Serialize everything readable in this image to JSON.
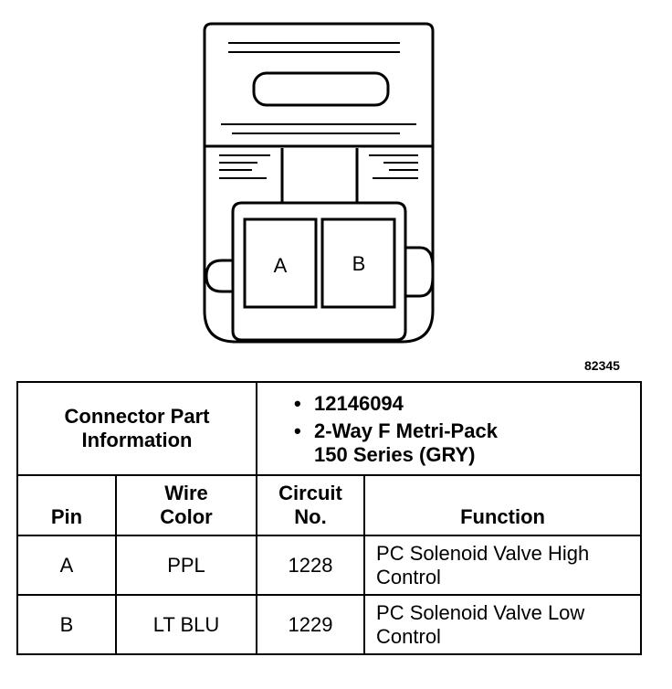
{
  "figure_number": "82345",
  "connector": {
    "pin_a_label": "A",
    "pin_b_label": "B"
  },
  "table": {
    "part_info_title": [
      "Connector Part",
      "Information"
    ],
    "part_number": "12146094",
    "part_description": [
      "2-Way F Metri-Pack",
      "150 Series (GRY)"
    ],
    "headers": {
      "pin": "Pin",
      "wire_color": [
        "Wire",
        "Color"
      ],
      "circuit_no": [
        "Circuit",
        "No."
      ],
      "function": "Function"
    },
    "rows": [
      {
        "pin": "A",
        "wire_color": "PPL",
        "circuit": "1228",
        "function": [
          "PC Solenoid Valve High",
          "Control"
        ]
      },
      {
        "pin": "B",
        "wire_color": "LT BLU",
        "circuit": "1229",
        "function": [
          "PC Solenoid Valve Low",
          "Control"
        ]
      }
    ]
  }
}
